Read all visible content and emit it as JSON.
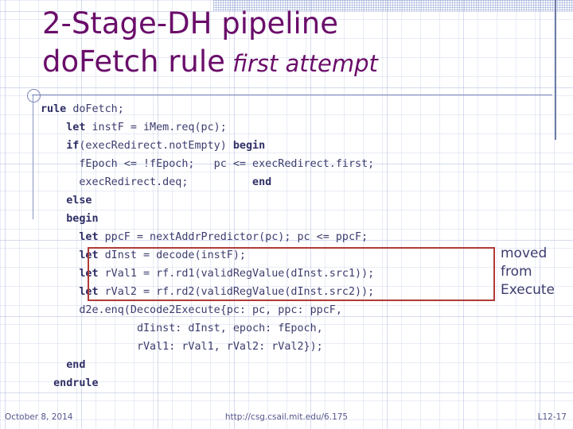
{
  "slide": {
    "title_line1": "2-Stage-DH pipeline",
    "title_line2_main": "doFetch rule",
    "title_line2_sub": "first attempt",
    "title_color": "#6a0d6a",
    "code_color": "#3c3c6e",
    "highlight_box_color": "#b03a36",
    "rule_line_color": "#7b86b8"
  },
  "code": {
    "language": "bluespec",
    "lines": [
      {
        "indent": 0,
        "segments": [
          {
            "t": "rule ",
            "kw": true
          },
          {
            "t": "doFetch;",
            "kw": false
          }
        ]
      },
      {
        "indent": 4,
        "segments": [
          {
            "t": "let ",
            "kw": true
          },
          {
            "t": "instF = iMem.req(pc);",
            "kw": false
          }
        ]
      },
      {
        "indent": 4,
        "segments": [
          {
            "t": "if",
            "kw": true
          },
          {
            "t": "(execRedirect.notEmpty) ",
            "kw": false
          },
          {
            "t": "begin",
            "kw": true
          }
        ]
      },
      {
        "indent": 6,
        "segments": [
          {
            "t": "fEpoch <= !fEpoch;   pc <= execRedirect.first;",
            "kw": false
          }
        ]
      },
      {
        "indent": 6,
        "segments": [
          {
            "t": "execRedirect.deq;          ",
            "kw": false
          },
          {
            "t": "end",
            "kw": true
          }
        ]
      },
      {
        "indent": 4,
        "segments": [
          {
            "t": "else",
            "kw": true
          }
        ]
      },
      {
        "indent": 4,
        "segments": [
          {
            "t": "begin",
            "kw": true
          }
        ]
      },
      {
        "indent": 6,
        "segments": [
          {
            "t": "let ",
            "kw": true
          },
          {
            "t": "ppcF = nextAddrPredictor(pc); pc <= ppcF;",
            "kw": false
          }
        ]
      },
      {
        "indent": 6,
        "segments": [
          {
            "t": "let ",
            "kw": true
          },
          {
            "t": "dInst = decode(instF);",
            "kw": false
          }
        ]
      },
      {
        "indent": 6,
        "segments": [
          {
            "t": "let ",
            "kw": true
          },
          {
            "t": "rVal1 = rf.rd1(validRegValue(dInst.src1));",
            "kw": false
          }
        ]
      },
      {
        "indent": 6,
        "segments": [
          {
            "t": "let ",
            "kw": true
          },
          {
            "t": "rVal2 = rf.rd2(validRegValue(dInst.src2));",
            "kw": false
          }
        ]
      },
      {
        "indent": 6,
        "segments": [
          {
            "t": "d2e.enq(Decode2Execute{pc: pc, ppc: ppcF,",
            "kw": false
          }
        ]
      },
      {
        "indent": 15,
        "segments": [
          {
            "t": "dIinst: dInst, epoch: fEpoch,",
            "kw": false
          }
        ]
      },
      {
        "indent": 15,
        "segments": [
          {
            "t": "rVal1: rVal1, rVal2: rVal2});",
            "kw": false
          }
        ]
      },
      {
        "indent": 4,
        "segments": [
          {
            "t": "end",
            "kw": true
          }
        ]
      },
      {
        "indent": 2,
        "segments": [
          {
            "t": "endrule",
            "kw": true
          }
        ]
      }
    ]
  },
  "annotation": {
    "line1": "moved",
    "line2": "from",
    "line3": "Execute"
  },
  "footer": {
    "date": "October 8, 2014",
    "url": "http://csg.csail.mit.edu/6.175",
    "slide_number": "L12-17"
  }
}
